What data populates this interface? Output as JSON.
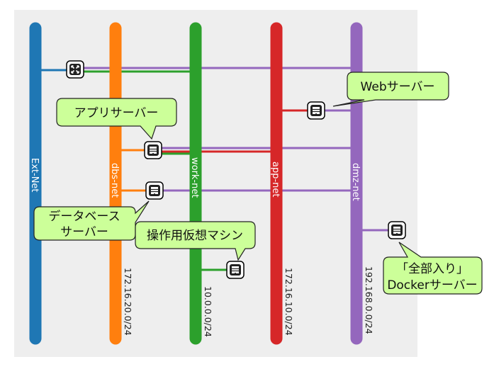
{
  "colors": {
    "background_panel": "#eeeeee",
    "ext_net": "#1f77b4",
    "dbs_net": "#ff7f0e",
    "work_net": "#2ca02c",
    "app_net": "#d62728",
    "dmz_net": "#9467bd",
    "callout_fill": "#ccff99"
  },
  "networks": [
    {
      "id": "ext",
      "name": "Ext-Net",
      "cidr": ""
    },
    {
      "id": "dbs",
      "name": "dbs-net",
      "cidr": "172.16.20.0/24"
    },
    {
      "id": "work",
      "name": "work-net",
      "cidr": "10.0.0.0/24"
    },
    {
      "id": "app",
      "name": "app-net",
      "cidr": "172.16.10.0/24"
    },
    {
      "id": "dmz",
      "name": "dmz-net",
      "cidr": "192.168.0.0/24"
    }
  ],
  "devices": [
    {
      "id": "router",
      "icon": "router-icon",
      "networks": [
        "ext",
        "work",
        "dmz"
      ]
    },
    {
      "id": "web",
      "icon": "server-icon",
      "networks": [
        "app",
        "dmz"
      ]
    },
    {
      "id": "app-server",
      "icon": "server-icon",
      "networks": [
        "dbs",
        "work",
        "app",
        "dmz"
      ]
    },
    {
      "id": "db-server",
      "icon": "server-icon",
      "networks": [
        "dbs",
        "dmz"
      ]
    },
    {
      "id": "work-vm",
      "icon": "server-icon",
      "networks": [
        "work"
      ]
    },
    {
      "id": "docker",
      "icon": "server-icon",
      "networks": [
        "dmz"
      ]
    }
  ],
  "callouts": [
    {
      "target": "web",
      "lines": [
        "Webサーバー"
      ]
    },
    {
      "target": "app-server",
      "lines": [
        "アプリサーバー"
      ]
    },
    {
      "target": "db-server",
      "lines": [
        "データベース",
        "サーバー"
      ]
    },
    {
      "target": "work-vm",
      "lines": [
        "操作用仮想マシン"
      ]
    },
    {
      "target": "docker",
      "lines": [
        "「全部入り」",
        "Dockerサーバー"
      ]
    }
  ]
}
